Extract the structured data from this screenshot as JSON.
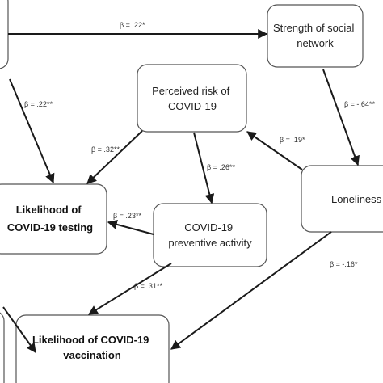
{
  "nodes": {
    "social_network": {
      "lines": [
        "Strength of social",
        "network"
      ],
      "bold": false
    },
    "perceived_risk": {
      "lines": [
        "Perceived risk of",
        "COVID-19"
      ],
      "bold": false
    },
    "loneliness": {
      "lines": [
        "Loneliness"
      ],
      "bold": false
    },
    "testing": {
      "lines": [
        "Likelihood  of",
        "COVID-19 testing"
      ],
      "bold": true
    },
    "preventive": {
      "lines": [
        "COVID-19",
        "preventive activity"
      ],
      "bold": false
    },
    "vaccination": {
      "lines": [
        "Likelihood  of COVID-19",
        "vaccination"
      ],
      "bold": true
    }
  },
  "paths": {
    "top": "β = .22*",
    "left_to_testing": "β = .22**",
    "loneliness_to_social": "β = -.64**",
    "risk_to_testing": "β = .32**",
    "loneliness_to_risk": "β = .19*",
    "risk_to_preventive": "β = .26**",
    "preventive_to_testing": "β = .23**",
    "loneliness_to_vaccination": "β = -.16*",
    "preventive_to_vaccination": "β = .31**"
  },
  "colors": {
    "box_stroke": "#555555",
    "arrow": "#1a1a1a",
    "text": "#222222"
  }
}
